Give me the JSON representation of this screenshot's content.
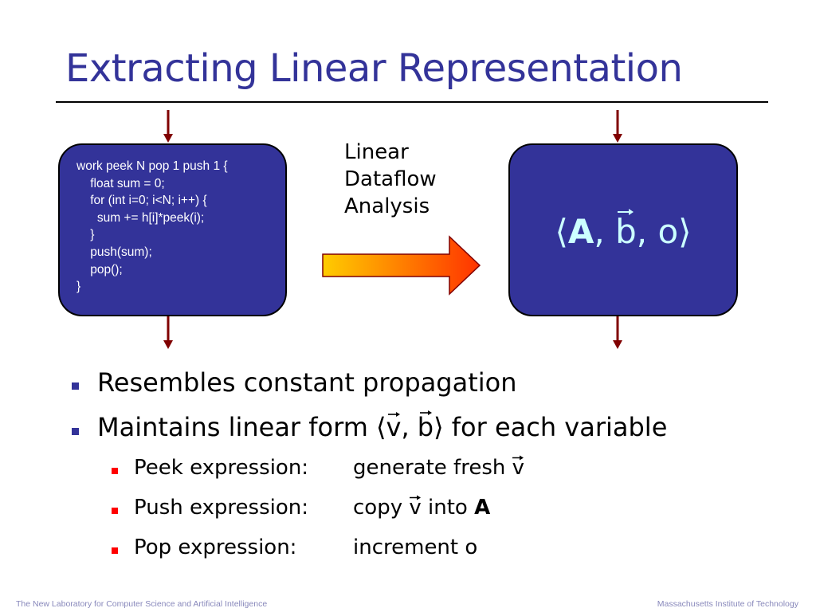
{
  "slide": {
    "title": "Extracting Linear Representation"
  },
  "code_box": {
    "lines": [
      "work peek N pop 1 push 1 {",
      "    float sum = 0;",
      "    for (int i=0; i<N; i++) {",
      "      sum += h[i]*peek(i);",
      "    }",
      "    push(sum);",
      "    pop();",
      "}"
    ]
  },
  "analysis_label": "Linear\nDataflow\nAnalysis",
  "result": {
    "open": "⟨",
    "A": "A",
    "sep1": ", ",
    "b": "b",
    "sep2": ", ",
    "o": "o",
    "close": "⟩"
  },
  "bullets": {
    "level1": [
      {
        "text": "Resembles constant propagation"
      },
      {
        "pre": "Maintains linear form ⟨",
        "v": "v",
        "mid": ", ",
        "b": "b",
        "post": "⟩ for each variable"
      }
    ],
    "level2": [
      {
        "label": "Peek expression:",
        "pre": "generate fresh ",
        "v": "v",
        "post": "",
        "bold": ""
      },
      {
        "label": "Push expression:",
        "pre": "copy ",
        "v": "v",
        "post": " into ",
        "bold": "A"
      },
      {
        "label": "Pop expression:",
        "pre": "increment o",
        "v": "",
        "post": "",
        "bold": ""
      }
    ]
  },
  "footer": {
    "left": "The New Laboratory for Computer Science and Artificial Intelligence",
    "right": "Massachusetts Institute of Technology"
  },
  "colors": {
    "title": "#333399",
    "box_fill": "#333399",
    "result_text": "#ccffff",
    "down_arrow": "#800000",
    "bullet_level1": "#333399",
    "bullet_level2": "#ff0000",
    "big_arrow_start": "#ffcc00",
    "big_arrow_end": "#ff3300"
  }
}
